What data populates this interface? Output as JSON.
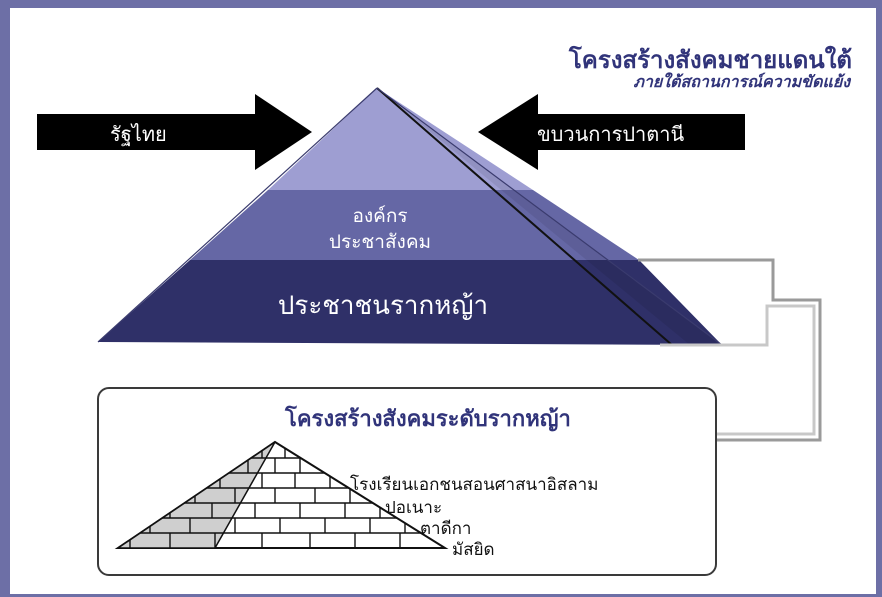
{
  "title": "โครงสร้างสังคมชายแดนใต้",
  "subtitle": "ภายใต้สถานการณ์ความขัดแย้ง",
  "left_arrow_label": "รัฐไทย",
  "right_arrow_label": "ขบวนการปาตานี",
  "pyramid": {
    "top_layer": "",
    "middle_layer": [
      "องค์กร",
      "ประชาสังคม"
    ],
    "bottom_layer": "ประชาชนรากหญ้า"
  },
  "grassroots": {
    "title": "โครงสร้างสังคมระดับรากหญ้า",
    "institutions": [
      "โรงเรียนเอกชนสอนศาสนาอิสลาม",
      "ปอเนาะ",
      "ตาดีกา",
      "มัสยิด"
    ]
  },
  "colors": {
    "frame": "#6d6fa6",
    "top_layer": "#9e9ed2",
    "middle_layer": "#6567a5",
    "bottom_layer": "#2f3068",
    "title_text": "#31347a"
  }
}
